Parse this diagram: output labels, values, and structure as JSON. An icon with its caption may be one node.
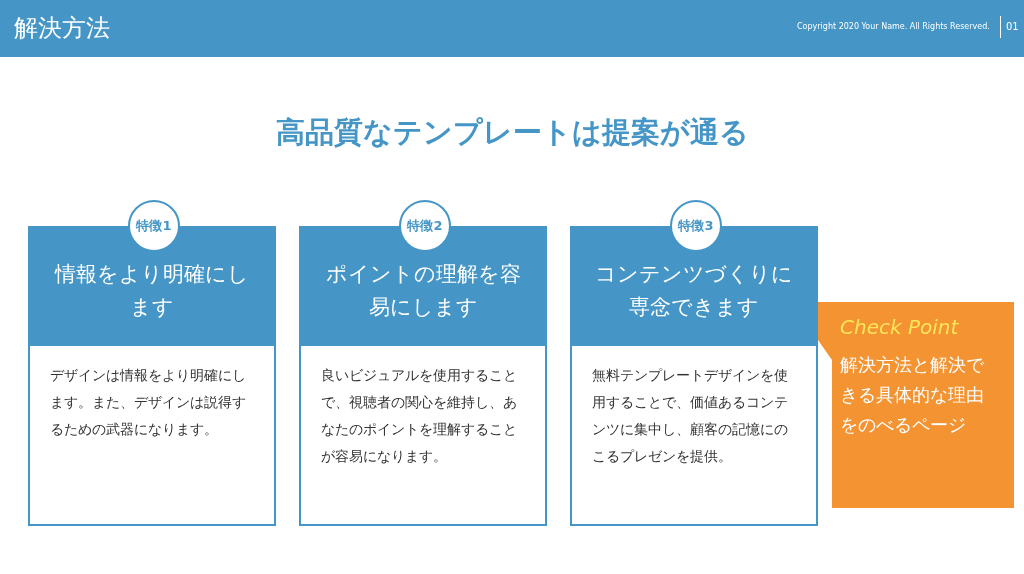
{
  "diagram": {
    "title": "高品質なテンプレートは提案が通る",
    "nodes": [
      {
        "text": [
          "特徴1"
        ]
      },
      {
        "text": [
          "情報をより明確にします",
          "デザインは情報をより明確にします。また、デザインは説得するための武器になります。"
        ]
      },
      {
        "text": [
          "特徴2"
        ]
      },
      {
        "text": [
          "ポイントの理解を容易にします",
          "良いビジュアルを使用することで、視聴者の関心を維持し、あなたのポイントを理解することが容易になります。"
        ]
      },
      {
        "text": [
          "特徴3"
        ]
      },
      {
        "text": [
          "コンテンツづくりに専念できます",
          "無料テンプレートデザインを使用することで、価値あるコンテンツに集中し、顧客の記憶にのこるプレゼンを提供。"
        ]
      },
      {
        "text": [
          "Check Point",
          "解決方法と解決できる具体的な理由をのべるページ"
        ]
      }
    ],
    "labels": [
      "解決方法",
      "Copyright 2020 Your Name. All Rights Reserved.",
      "01"
    ]
  }
}
